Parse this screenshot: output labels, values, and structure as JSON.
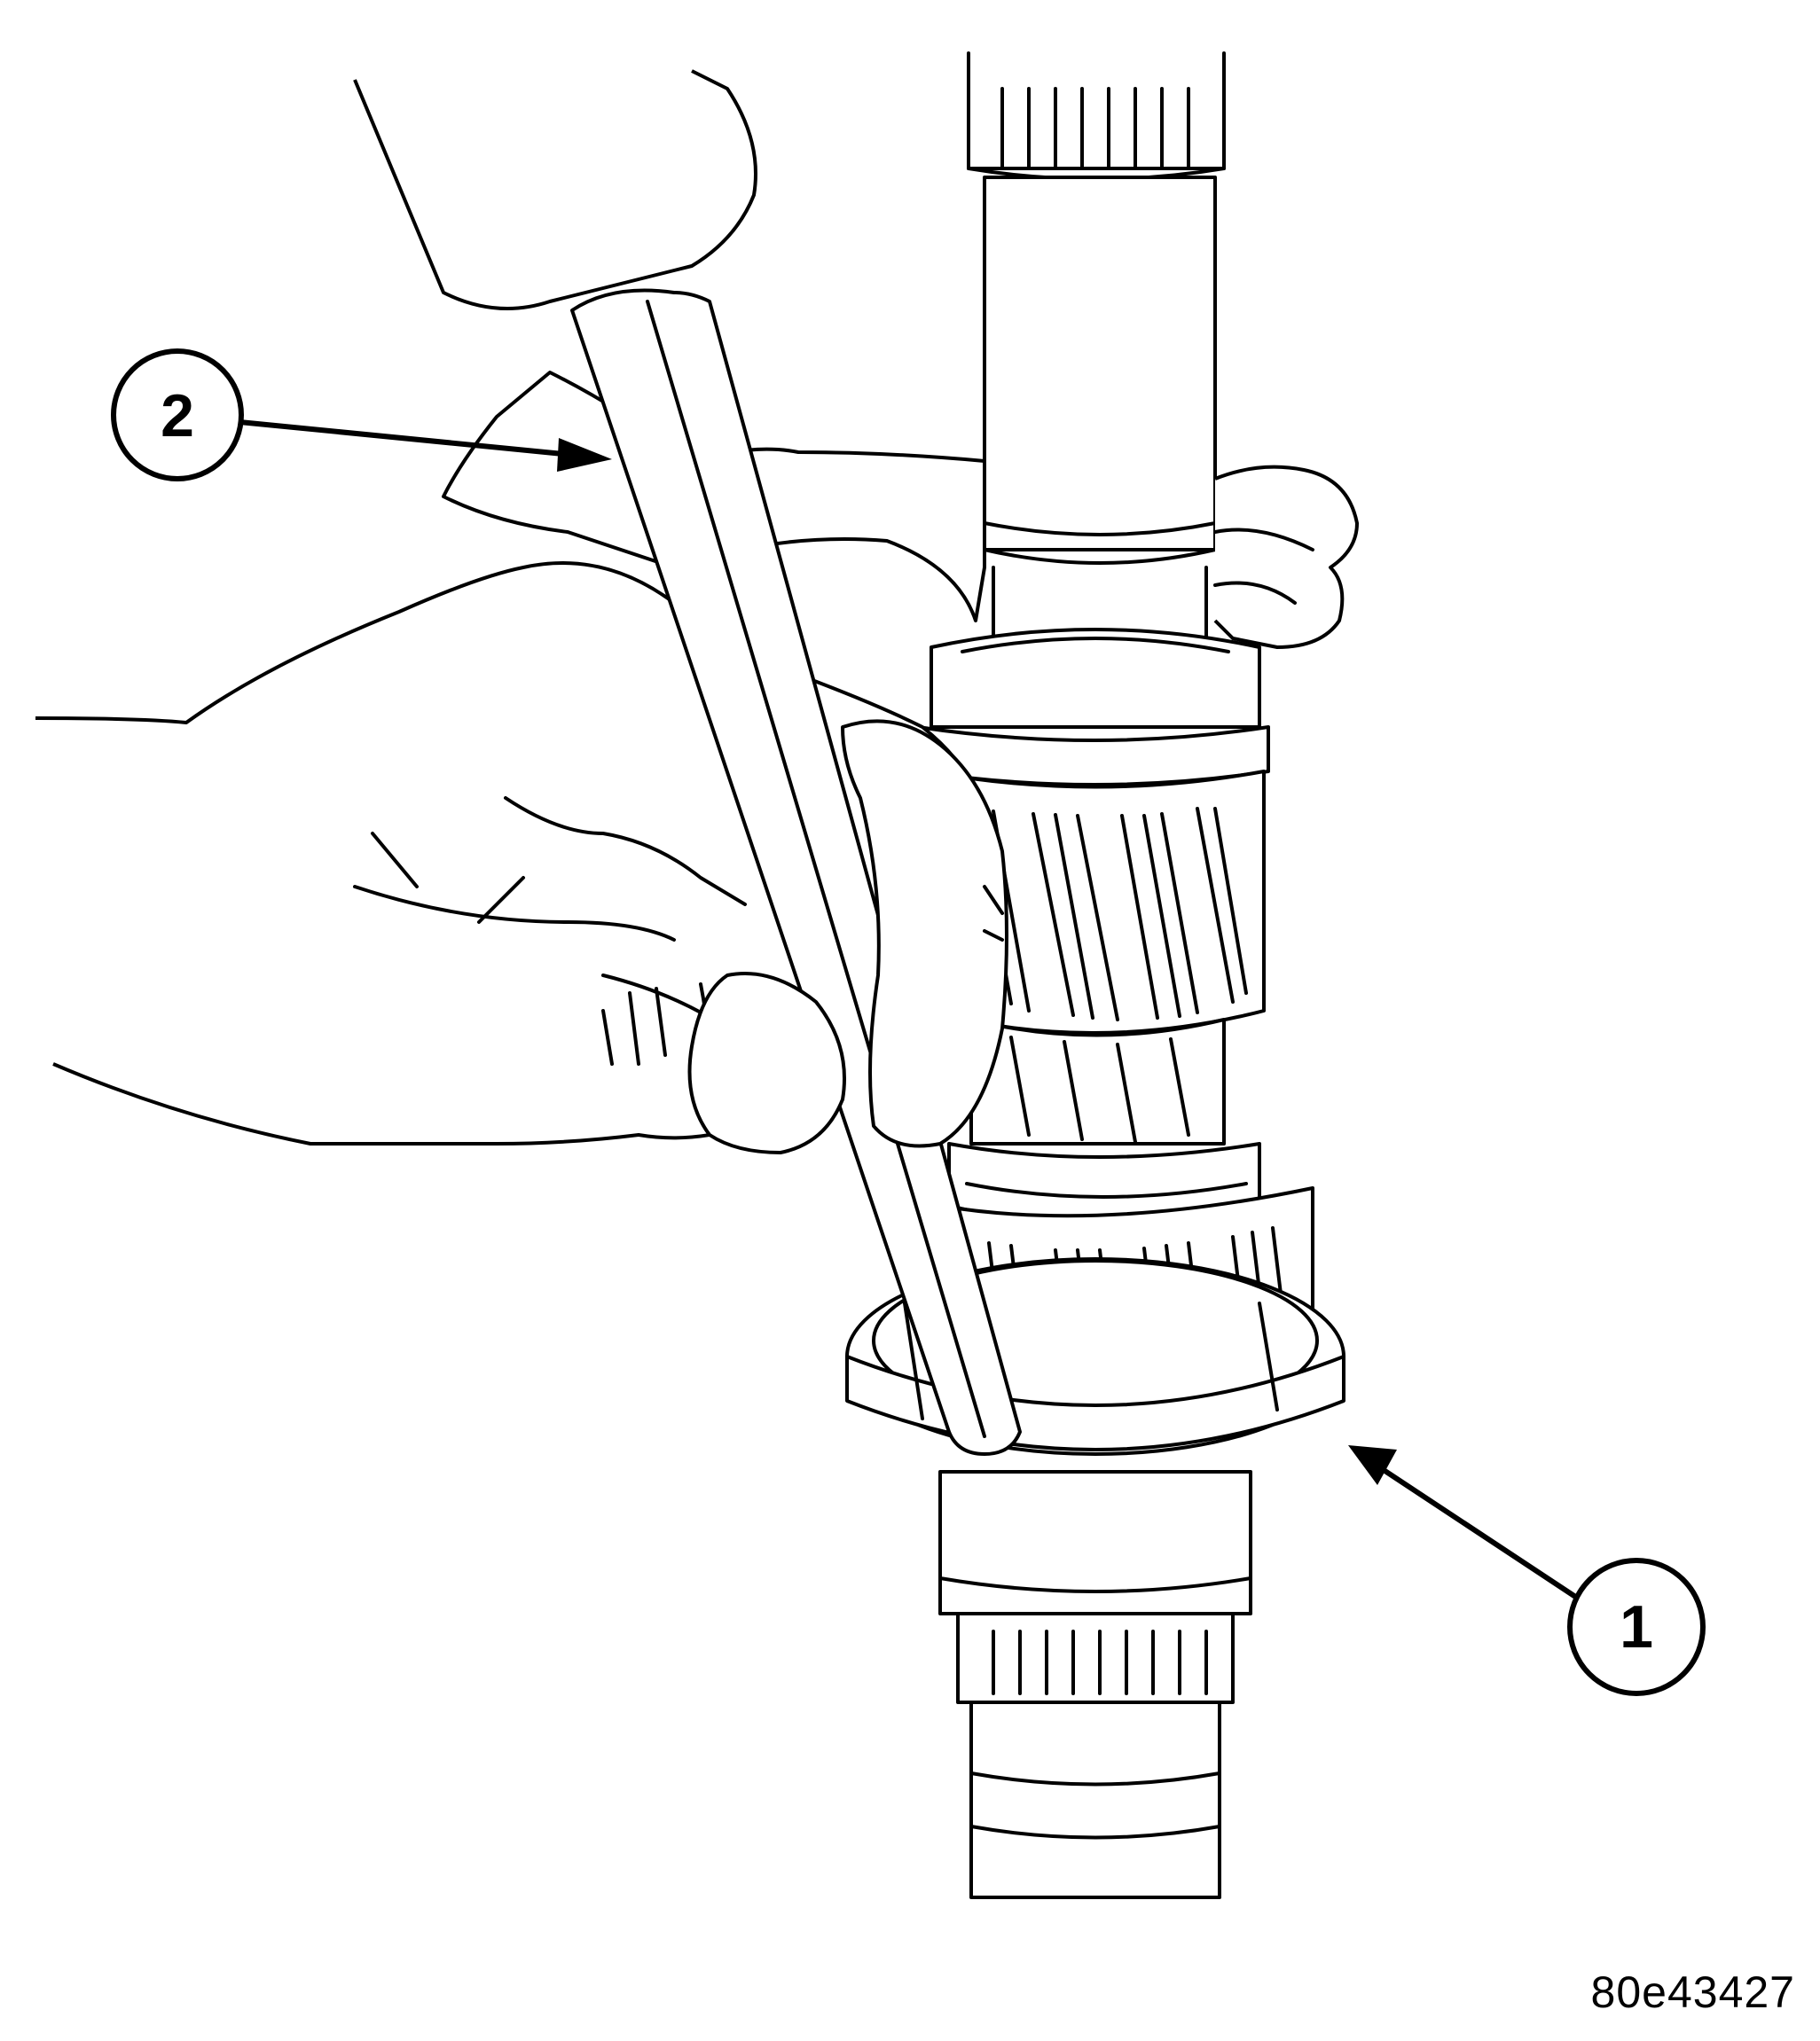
{
  "figure": {
    "id": "80e43427",
    "callouts": [
      {
        "label": "1"
      },
      {
        "label": "2"
      }
    ]
  }
}
